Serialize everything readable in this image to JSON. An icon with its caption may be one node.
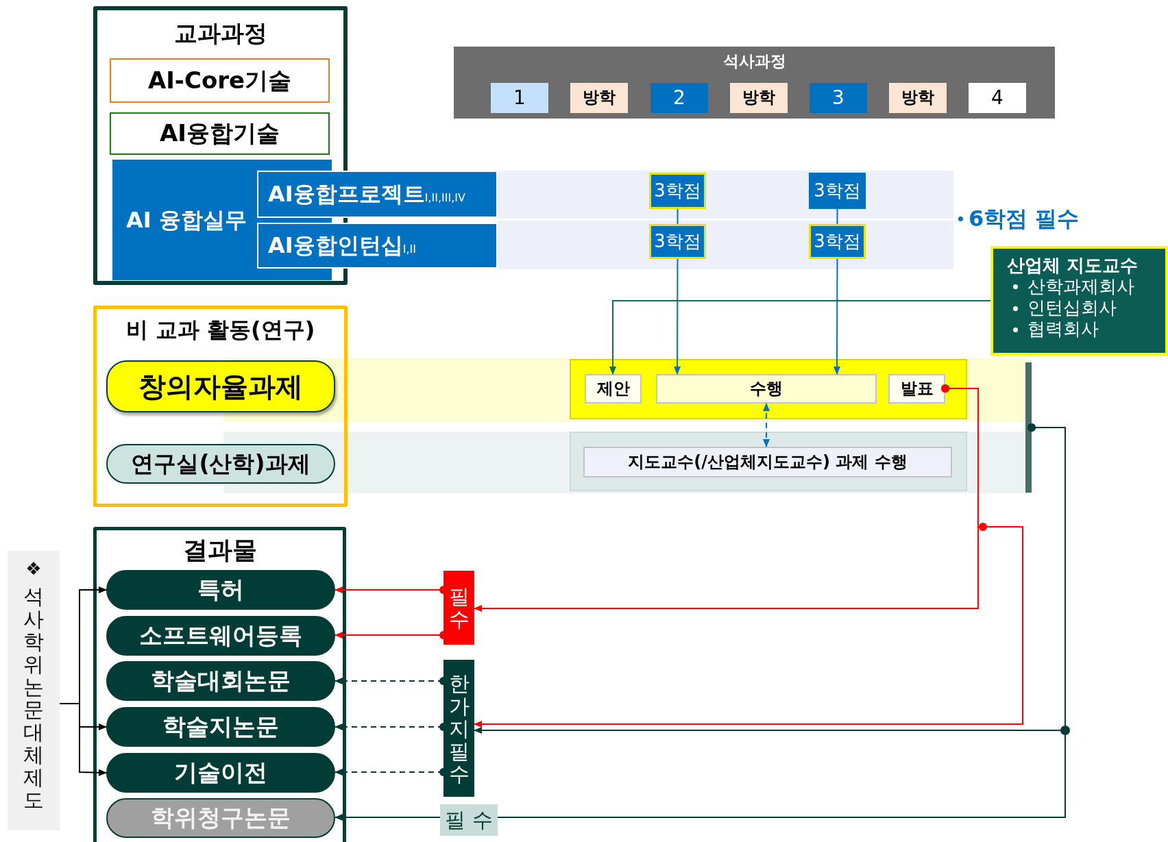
{
  "diagram": {
    "nodes": [
      {
        "text": [
          "교과과정"
        ]
      },
      {
        "text": [
          "AI-Core기술"
        ],
        "in": 0
      },
      {
        "text": [
          "AI융합기술"
        ],
        "in": 0
      },
      {
        "text": [
          "AI 융합실무"
        ],
        "in": 0
      },
      {
        "text": [
          "AI융합프로젝트$_{I,II,III,IV}$"
        ]
      },
      {
        "text": [
          "AI융합인턴십$_{I,II}$"
        ]
      },
      {
        "text": [
          "석사과정"
        ]
      },
      {
        "text": [
          "1"
        ],
        "in": 6
      },
      {
        "text": [
          "방학"
        ],
        "in": 6
      },
      {
        "text": [
          "2"
        ],
        "in": 6
      },
      {
        "text": [
          "방학"
        ],
        "in": 6
      },
      {
        "text": [
          "3"
        ],
        "in": 6
      },
      {
        "text": [
          "방학"
        ],
        "in": 6
      },
      {
        "text": [
          "4"
        ],
        "in": 6
      },
      {
        "text": [
          "3학점"
        ]
      },
      {
        "text": [
          "3학점"
        ]
      },
      {
        "text": [
          "3학점"
        ]
      },
      {
        "text": [
          "3학점"
        ]
      },
      {
        "text": [
          "산업체 지도교수",
          "산학과제회사",
          "인턴십회사",
          "협력회사"
        ]
      },
      {
        "text": [
          "비 교과 활동(연구)"
        ]
      },
      {
        "text": [
          "창의자율과제"
        ],
        "in": 19
      },
      {
        "text": [
          "연구실(산학)과제"
        ],
        "in": 19
      },
      {
        "text": [],
        "shape": "box"
      },
      {
        "text": [
          "제안"
        ],
        "in": 22
      },
      {
        "text": [
          "수행"
        ],
        "in": 22
      },
      {
        "text": [
          "발표"
        ],
        "in": 22
      },
      {
        "text": [],
        "shape": "box"
      },
      {
        "text": [
          "지도교수(/산업체지도교수) 과제 수행"
        ],
        "in": 26
      },
      {
        "text": [],
        "shape": "bar"
      },
      {
        "text": [
          "결과물"
        ]
      },
      {
        "text": [
          "특허"
        ],
        "in": 29
      },
      {
        "text": [
          "소프트웨어등록"
        ],
        "in": 29
      },
      {
        "text": [
          "학술대회논문"
        ],
        "in": 29
      },
      {
        "text": [
          "학술지논문"
        ],
        "in": 29
      },
      {
        "text": [
          "기술이전"
        ],
        "in": 29
      },
      {
        "text": [
          "학위청구논문"
        ],
        "in": 29
      },
      {
        "text": [
          "필수"
        ]
      },
      {
        "text": [
          "한가지 필수"
        ]
      },
      {
        "text": [
          "❖",
          "석사학위논문 대체제도"
        ]
      }
    ],
    "edges": [
      {
        "from": 14,
        "to": 16,
        "arrow": "none",
        "color": "#0070c0"
      },
      {
        "from": 15,
        "to": 17,
        "arrow": "none",
        "color": "#0070c0"
      },
      {
        "from": 16,
        "to": 24,
        "arrow": "to",
        "color": "#0070c0"
      },
      {
        "from": 17,
        "to": 24,
        "arrow": "to",
        "color": "#0070c0"
      },
      {
        "from": 18,
        "to": 23,
        "arrow": "to",
        "color": "#0f6b63"
      },
      {
        "from": 24,
        "to": 27,
        "arrow": "both",
        "style": "dashed",
        "color": "#0070c0"
      },
      {
        "from": 25,
        "to": 36,
        "arrow": "to",
        "color": "#ff0000"
      },
      {
        "from": 25,
        "to": 37,
        "arrow": "to",
        "color": "#ff0000"
      },
      {
        "from": 28,
        "to": 37,
        "arrow": "to",
        "color": "#023c36"
      },
      {
        "from": 28,
        "to": 35,
        "arrow": "to",
        "label": "필 수",
        "color": "#023c36"
      },
      {
        "from": 36,
        "to": 30,
        "arrow": "to",
        "color": "#ff0000"
      },
      {
        "from": 36,
        "to": 31,
        "arrow": "to",
        "color": "#ff0000"
      },
      {
        "from": 37,
        "to": 32,
        "arrow": "to",
        "style": "dashed",
        "color": "#023c36"
      },
      {
        "from": 37,
        "to": 33,
        "arrow": "to",
        "style": "dashed",
        "color": "#023c36"
      },
      {
        "from": 37,
        "to": 34,
        "arrow": "to",
        "style": "dashed",
        "color": "#023c36"
      },
      {
        "from": 38,
        "to": 30,
        "arrow": "to",
        "color": "#000000"
      },
      {
        "from": 38,
        "to": 33,
        "arrow": "to",
        "color": "#000000"
      },
      {
        "from": 38,
        "to": 34,
        "arrow": "to",
        "color": "#000000"
      }
    ],
    "labels": [
      "6학점 필수"
    ]
  }
}
